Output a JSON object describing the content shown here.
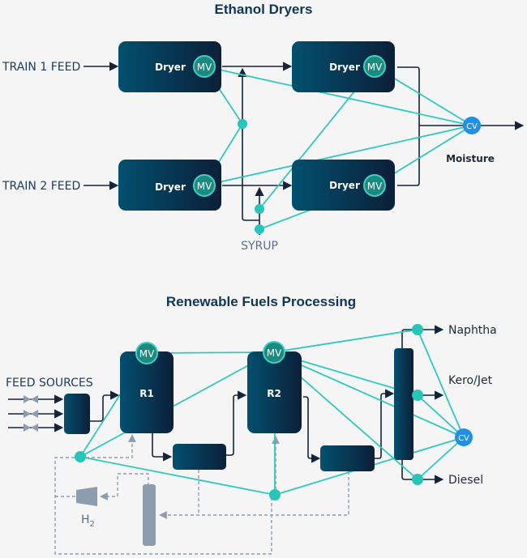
{
  "colors": {
    "background": "#f5f5f5",
    "unit_gradient_start": "#02506f",
    "unit_gradient_end": "#0c1f38",
    "mv_fill": "#1d8a80",
    "mv_stroke": "#3bd1c4",
    "control_line": "#2ec9bf",
    "node": "#24c6b8",
    "cv_fill": "#1e90e6",
    "flow_line": "#14243b",
    "utility_grey": "#8d9db0",
    "title": "#0f3558"
  },
  "ethanol_dryers": {
    "title": "Ethanol Dryers",
    "feeds": [
      "TRAIN 1 FEED",
      "TRAIN 2 FEED"
    ],
    "dryers": [
      {
        "label": "Dryer",
        "mv": "MV"
      },
      {
        "label": "Dryer",
        "mv": "MV"
      },
      {
        "label": "Dryer",
        "mv": "MV"
      },
      {
        "label": "Dryer",
        "mv": "MV"
      }
    ],
    "syrup_label": "SYRUP",
    "cv": {
      "badge": "CV",
      "label": "Moisture"
    }
  },
  "renewable_fuels": {
    "title": "Renewable Fuels Processing",
    "feed_label": "FEED SOURCES",
    "reactors": [
      {
        "label": "R1",
        "mv": "MV"
      },
      {
        "label": "R2",
        "mv": "MV"
      }
    ],
    "h2_label": "H",
    "h2_subscript": "2",
    "products": [
      "Naphtha",
      "Kero/Jet",
      "Diesel"
    ],
    "cv": {
      "badge": "CV"
    }
  }
}
